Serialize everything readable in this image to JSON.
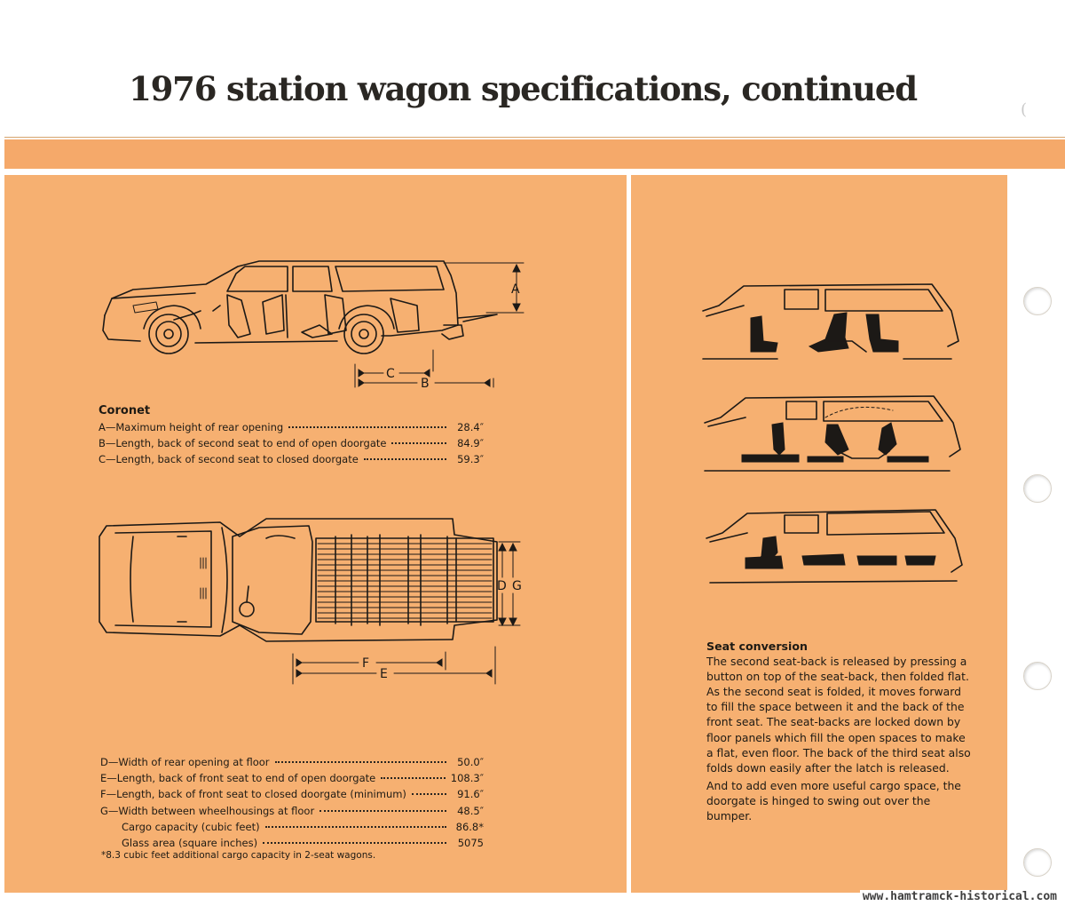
{
  "page": {
    "title": "1976 station wagon specifications, continued",
    "watermark": "www.hamtramck-historical.com"
  },
  "colors": {
    "panel": "#f6b071",
    "band": "#f5a96a",
    "ink": "#1c1916",
    "background": "#ffffff"
  },
  "coronet": {
    "title": "Coronet",
    "side_view_labels": {
      "a": "A",
      "b": "B",
      "c": "C"
    },
    "top_view_labels": {
      "d": "D",
      "e": "E",
      "f": "F",
      "g": "G"
    },
    "specs_upper": [
      {
        "label": "A—Maximum height of rear opening",
        "value": "28.4″"
      },
      {
        "label": "B—Length, back of second seat to end of open doorgate",
        "value": "84.9″"
      },
      {
        "label": "C—Length, back of second seat to closed doorgate",
        "value": "59.3″"
      }
    ],
    "specs_lower": [
      {
        "label": "D—Width of rear opening at floor",
        "value": "50.0″"
      },
      {
        "label": "E—Length, back of front seat to end of open doorgate",
        "value": "108.3″"
      },
      {
        "label": "F—Length, back of front seat to closed doorgate (minimum)",
        "value": "91.6″"
      },
      {
        "label": "G—Width between wheelhousings at floor",
        "value": "48.5″"
      },
      {
        "label": "Cargo capacity (cubic feet)",
        "value": "86.8*"
      },
      {
        "label": "Glass area (square inches)",
        "value": "5075"
      }
    ],
    "footnote": "*8.3 cubic feet additional cargo capacity in 2-seat wagons."
  },
  "seat_conversion": {
    "title": "Seat conversion",
    "paragraphs": [
      "The second seat-back is released by pressing a button on top of the seat-back, then folded flat. As the second seat is folded, it moves forward to fill the space between it and the back of the front seat. The seat-backs are locked down by floor panels which fill the open spaces to make a flat, even floor. The back of the third seat also folds down easily after the latch is released.",
      "And to add even more useful cargo space, the doorgate is hinged to swing out over the bumper."
    ]
  }
}
